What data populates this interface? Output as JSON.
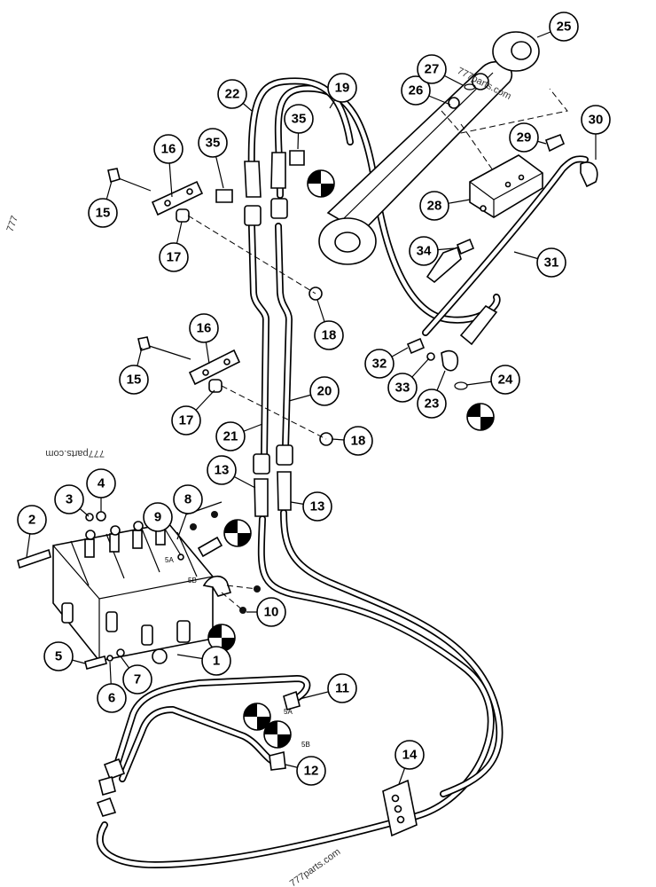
{
  "watermarks": [
    "777parts.com",
    "777parts.com",
    "777parts.com",
    "777"
  ],
  "port_labels": [
    "5A",
    "5B",
    "5A",
    "5B"
  ],
  "callouts": [
    "1",
    "2",
    "3",
    "4",
    "5",
    "6",
    "7",
    "8",
    "9",
    "10",
    "11",
    "12",
    "13",
    "13",
    "14",
    "15",
    "15",
    "16",
    "16",
    "17",
    "17",
    "18",
    "18",
    "19",
    "20",
    "21",
    "22",
    "23",
    "24",
    "25",
    "26",
    "27",
    "28",
    "29",
    "30",
    "31",
    "32",
    "33",
    "34",
    "35",
    "35"
  ],
  "reference_symbols": [
    "quartered-circle-symbol",
    "quartered-circle-symbol",
    "quartered-circle-symbol",
    "quartered-circle-symbol",
    "quartered-circle-symbol",
    "quartered-circle-symbol"
  ]
}
